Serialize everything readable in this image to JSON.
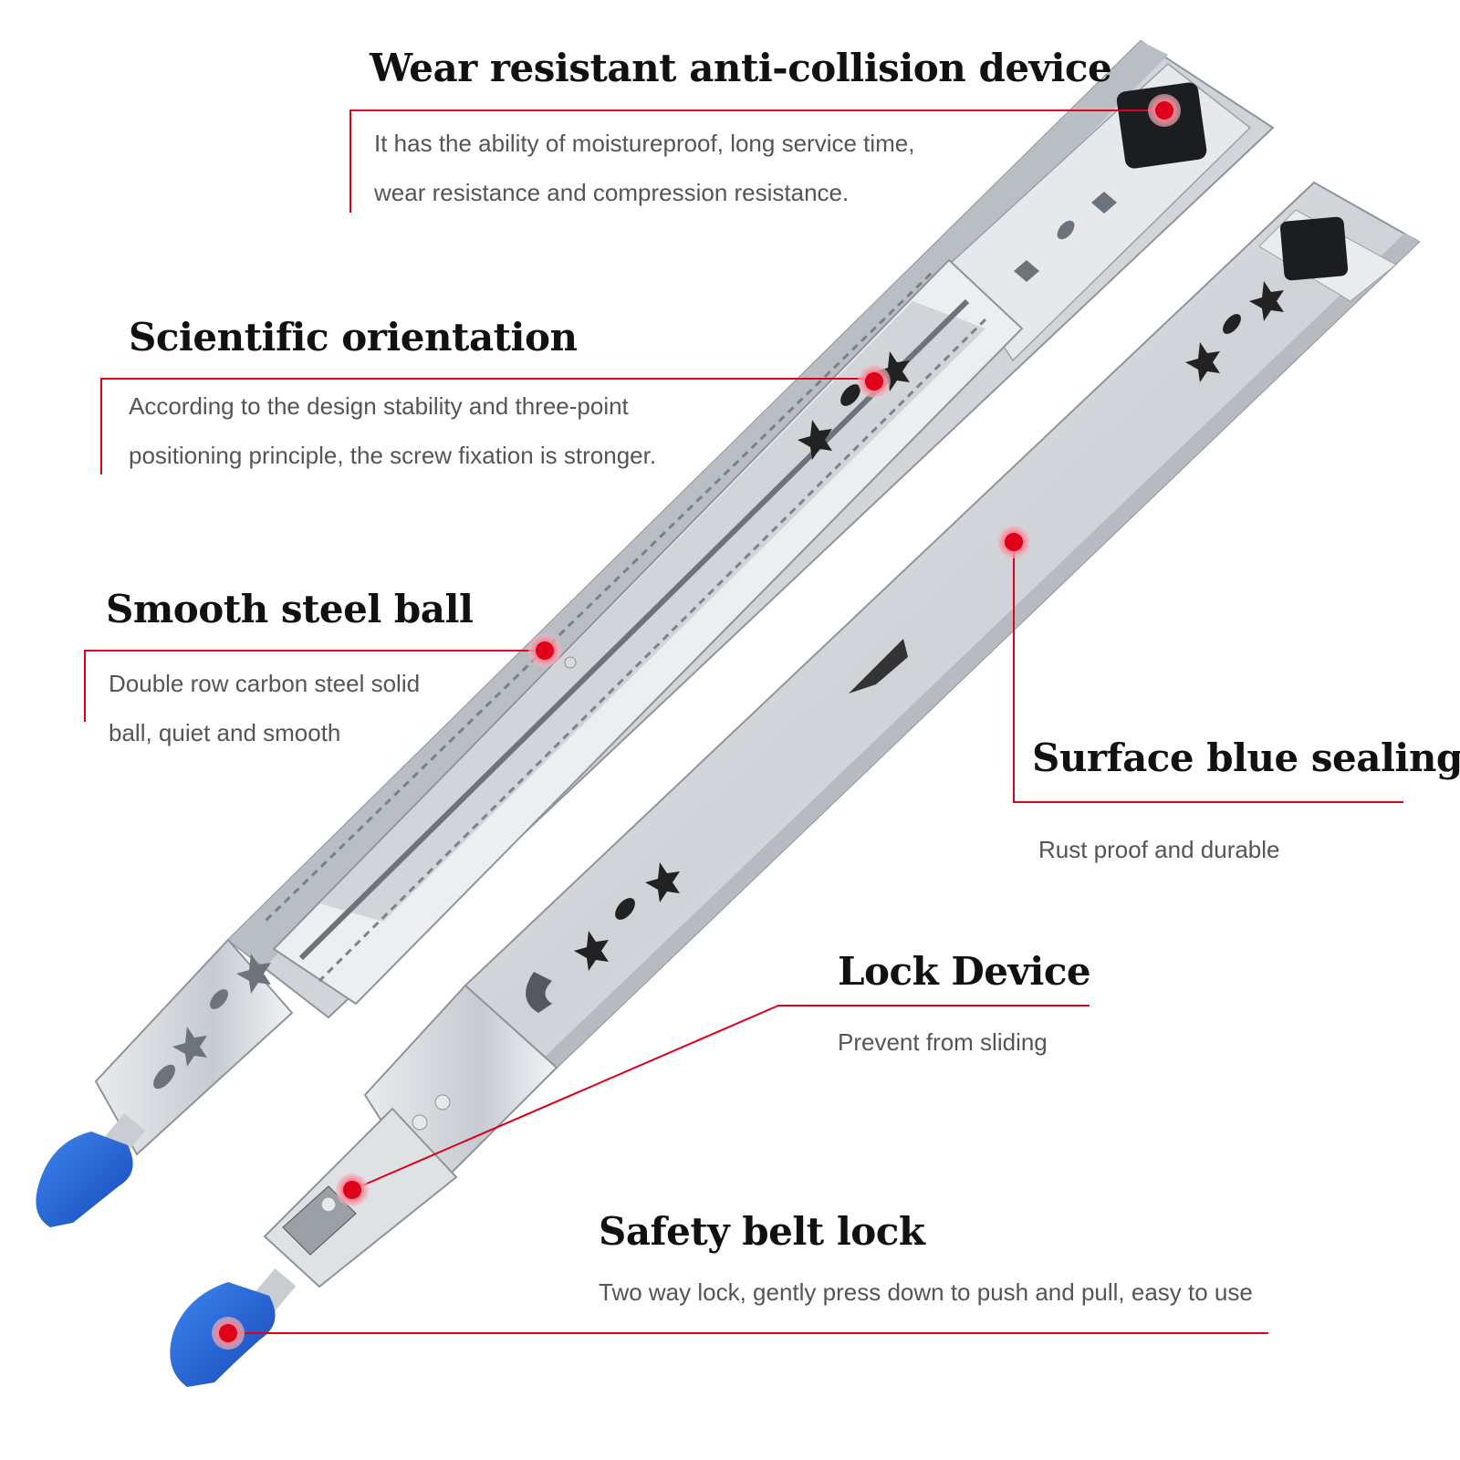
{
  "features": [
    {
      "id": "anti-collision",
      "title": "Wear resistant anti-collision device",
      "lines": [
        "It has the ability of moistureproof, long service time,",
        "wear resistance and compression resistance."
      ]
    },
    {
      "id": "orientation",
      "title": "Scientific orientation",
      "lines": [
        "According to the design stability and three-point",
        "positioning principle, the screw fixation is stronger."
      ]
    },
    {
      "id": "steel-ball",
      "title": "Smooth steel ball",
      "lines": [
        "Double row carbon steel solid",
        "ball, quiet and smooth"
      ]
    },
    {
      "id": "blue-sealing",
      "title": "Surface blue sealing",
      "lines": [
        "Rust proof and durable"
      ]
    },
    {
      "id": "lock-device",
      "title": "Lock Device",
      "lines": [
        "Prevent from sliding"
      ]
    },
    {
      "id": "safety-lock",
      "title": "Safety belt lock",
      "lines": [
        "Two way lock, gently press down to push and pull, easy to use"
      ]
    }
  ],
  "colors": {
    "accent": "#e0001b",
    "steel": "#d6d9dd",
    "handle": "#1f5fd1"
  }
}
